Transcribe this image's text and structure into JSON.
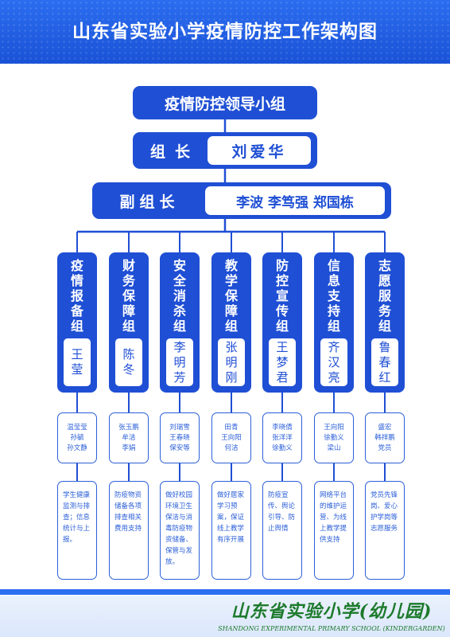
{
  "header": {
    "title": "山东省实验小学疫情防控工作架构图"
  },
  "leadership": {
    "top": "疫情防控领导小组",
    "leader_label": "组长",
    "leader_name": "刘爱华",
    "deputy_label": "副组长",
    "deputy_names": "李波  李笃强  郑国栋"
  },
  "groups": [
    {
      "name": "疫情报备组",
      "leader": "王莹",
      "members": [
        "温莹莹",
        "孙毓",
        "孙文静"
      ],
      "duty": "学生健康监测与排查；信息统计与上报。"
    },
    {
      "name": "财务保障组",
      "leader": "陈冬",
      "members": [
        "张玉鹏",
        "牟洁",
        "李娟"
      ],
      "duty": "防疫物资储备各项排查相关费用支持"
    },
    {
      "name": "安全消杀组",
      "leader": "李明芳",
      "members": [
        "刘瑞雪",
        "王春晓",
        "保安等"
      ],
      "duty": "做好校园环境卫生保洁与消毒防疫物资储备、保管与发放。"
    },
    {
      "name": "教学保障组",
      "leader": "张明刚",
      "members": [
        "田青",
        "王向阳",
        "何洁"
      ],
      "duty": "做好居家学习预案，保证线上教学有序开展"
    },
    {
      "name": "防控宣传组",
      "leader": "王梦君",
      "members": [
        "李晓倩",
        "张洋洋",
        "徐勤义"
      ],
      "duty": "防疫宣传、舆论引导、防止舆情"
    },
    {
      "name": "信息支持组",
      "leader": "齐汉亮",
      "members": [
        "王向阳",
        "徐勤义",
        "梁山"
      ],
      "duty": "网络平台的维护运营、为线上教学提供支持"
    },
    {
      "name": "志愿服务组",
      "leader": "鲁春红",
      "members": [
        "盛宏",
        "韩祥鹏",
        "党员"
      ],
      "duty": "党员先锋岗、爱心护学岗等志愿服务"
    }
  ],
  "footer": {
    "school_cn": "山东省实验小学(幼儿园)",
    "school_en": "SHANDONG EXPERIMENTAL PRIMARY SCHOOL (KINDERGARDEN)"
  }
}
